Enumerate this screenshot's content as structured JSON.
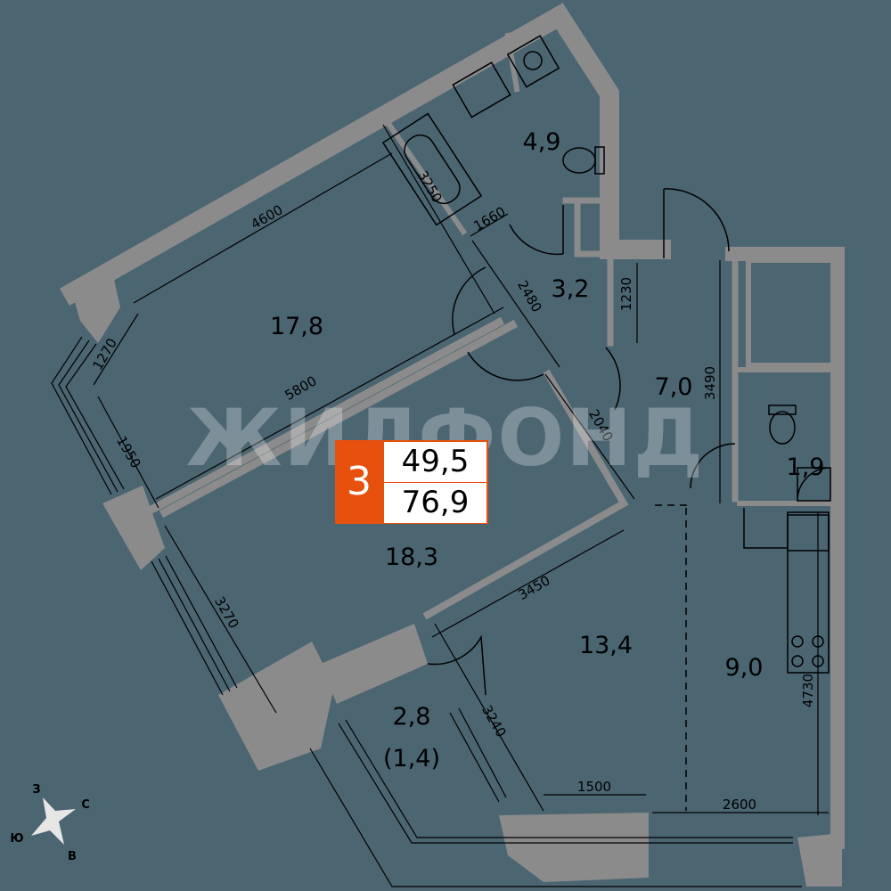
{
  "watermark": "ЖИЛФОНД",
  "badge": {
    "rooms": "3",
    "living_area": "49,5",
    "total_area": "76,9",
    "accent_color": "#e8500e"
  },
  "rooms": [
    {
      "id": "bedroom-1",
      "area": "17,8"
    },
    {
      "id": "bathroom",
      "area": "4,9"
    },
    {
      "id": "hall-small",
      "area": "3,2"
    },
    {
      "id": "hallway",
      "area": "7,0"
    },
    {
      "id": "wc",
      "area": "1,9"
    },
    {
      "id": "bedroom-2",
      "area": "18,3"
    },
    {
      "id": "living",
      "area": "13,4"
    },
    {
      "id": "kitchen",
      "area": "9,0"
    },
    {
      "id": "loggia",
      "area": "2,8"
    },
    {
      "id": "loggia-reduced",
      "area": "(1,4)"
    }
  ],
  "dimensions": [
    "4600",
    "3250",
    "1660",
    "2480",
    "1230",
    "3490",
    "1270",
    "5800",
    "1950",
    "2040",
    "3450",
    "3270",
    "3240",
    "4730",
    "1500",
    "2600"
  ],
  "compass": {
    "north": "С",
    "south": "Ю",
    "west": "З",
    "east": "В"
  }
}
